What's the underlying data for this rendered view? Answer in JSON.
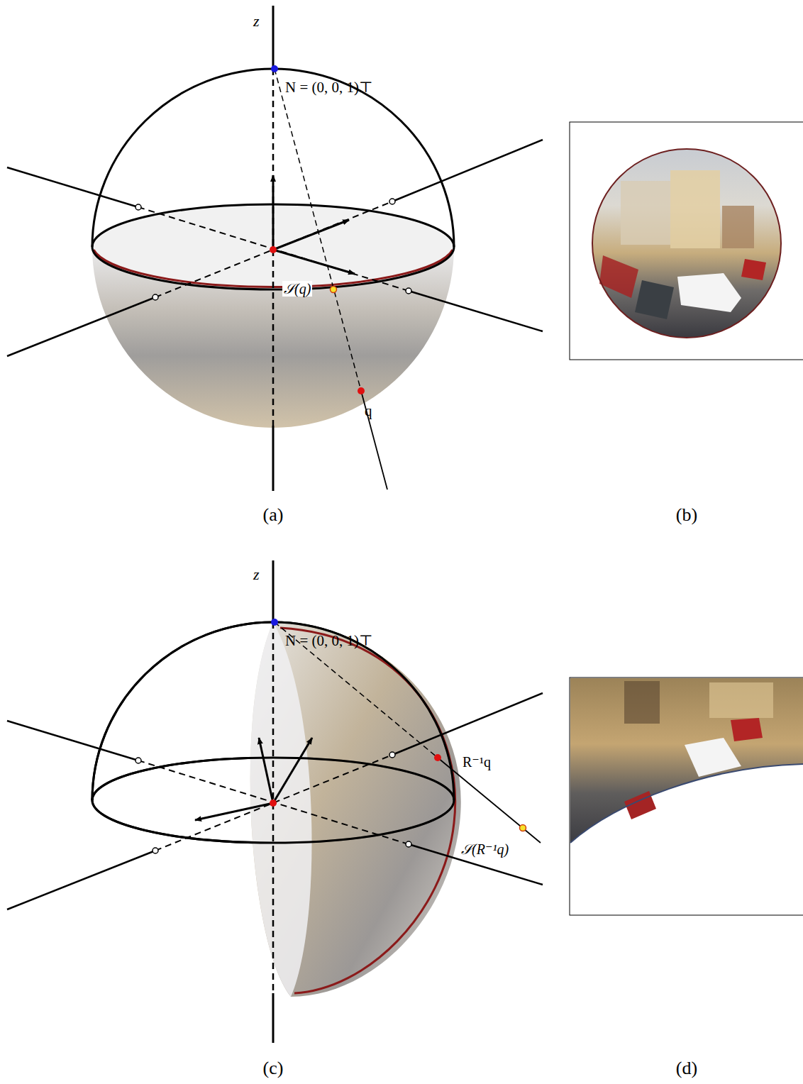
{
  "diagram": {
    "labels": [
      "z",
      "N = (0, 0, 1)⊤",
      "𝒮(q)",
      "q",
      "(a)",
      "(b)",
      "z",
      "N = (0, 0, 1)⊤",
      "R⁻¹q",
      "𝒮(R⁻¹q)",
      "(c)",
      "(d)"
    ]
  }
}
